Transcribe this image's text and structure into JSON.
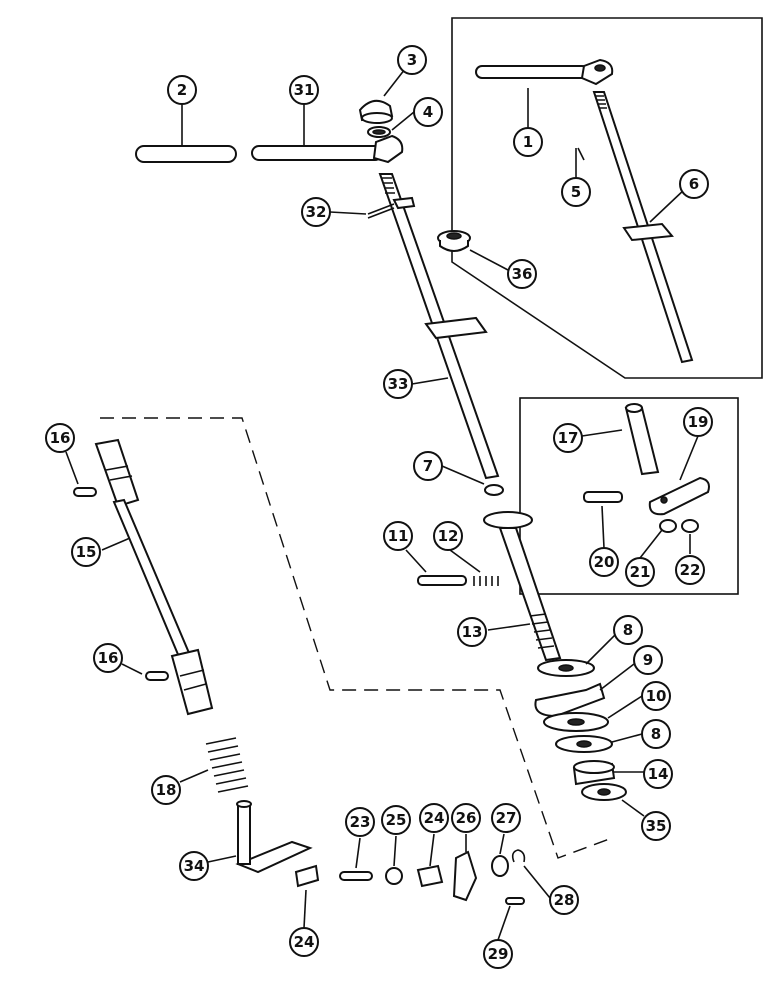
{
  "callouts": [
    {
      "id": "c2",
      "label": "2"
    },
    {
      "id": "c31",
      "label": "31"
    },
    {
      "id": "c3",
      "label": "3"
    },
    {
      "id": "c4",
      "label": "4"
    },
    {
      "id": "c1",
      "label": "1"
    },
    {
      "id": "c5",
      "label": "5"
    },
    {
      "id": "c6",
      "label": "6"
    },
    {
      "id": "c32",
      "label": "32"
    },
    {
      "id": "c36",
      "label": "36"
    },
    {
      "id": "c33",
      "label": "33"
    },
    {
      "id": "c7",
      "label": "7"
    },
    {
      "id": "c16a",
      "label": "16"
    },
    {
      "id": "c15",
      "label": "15"
    },
    {
      "id": "c16b",
      "label": "16"
    },
    {
      "id": "c11",
      "label": "11"
    },
    {
      "id": "c12",
      "label": "12"
    },
    {
      "id": "c13",
      "label": "13"
    },
    {
      "id": "c17",
      "label": "17"
    },
    {
      "id": "c19",
      "label": "19"
    },
    {
      "id": "c20",
      "label": "20"
    },
    {
      "id": "c21",
      "label": "21"
    },
    {
      "id": "c22",
      "label": "22"
    },
    {
      "id": "c8a",
      "label": "8"
    },
    {
      "id": "c9",
      "label": "9"
    },
    {
      "id": "c10",
      "label": "10"
    },
    {
      "id": "c8b",
      "label": "8"
    },
    {
      "id": "c14",
      "label": "14"
    },
    {
      "id": "c35",
      "label": "35"
    },
    {
      "id": "c18",
      "label": "18"
    },
    {
      "id": "c34",
      "label": "34"
    },
    {
      "id": "c23",
      "label": "23"
    },
    {
      "id": "c25",
      "label": "25"
    },
    {
      "id": "c24a",
      "label": "24"
    },
    {
      "id": "c26",
      "label": "26"
    },
    {
      "id": "c27",
      "label": "27"
    },
    {
      "id": "c28",
      "label": "28"
    },
    {
      "id": "c24b",
      "label": "24"
    },
    {
      "id": "c29",
      "label": "29"
    }
  ]
}
